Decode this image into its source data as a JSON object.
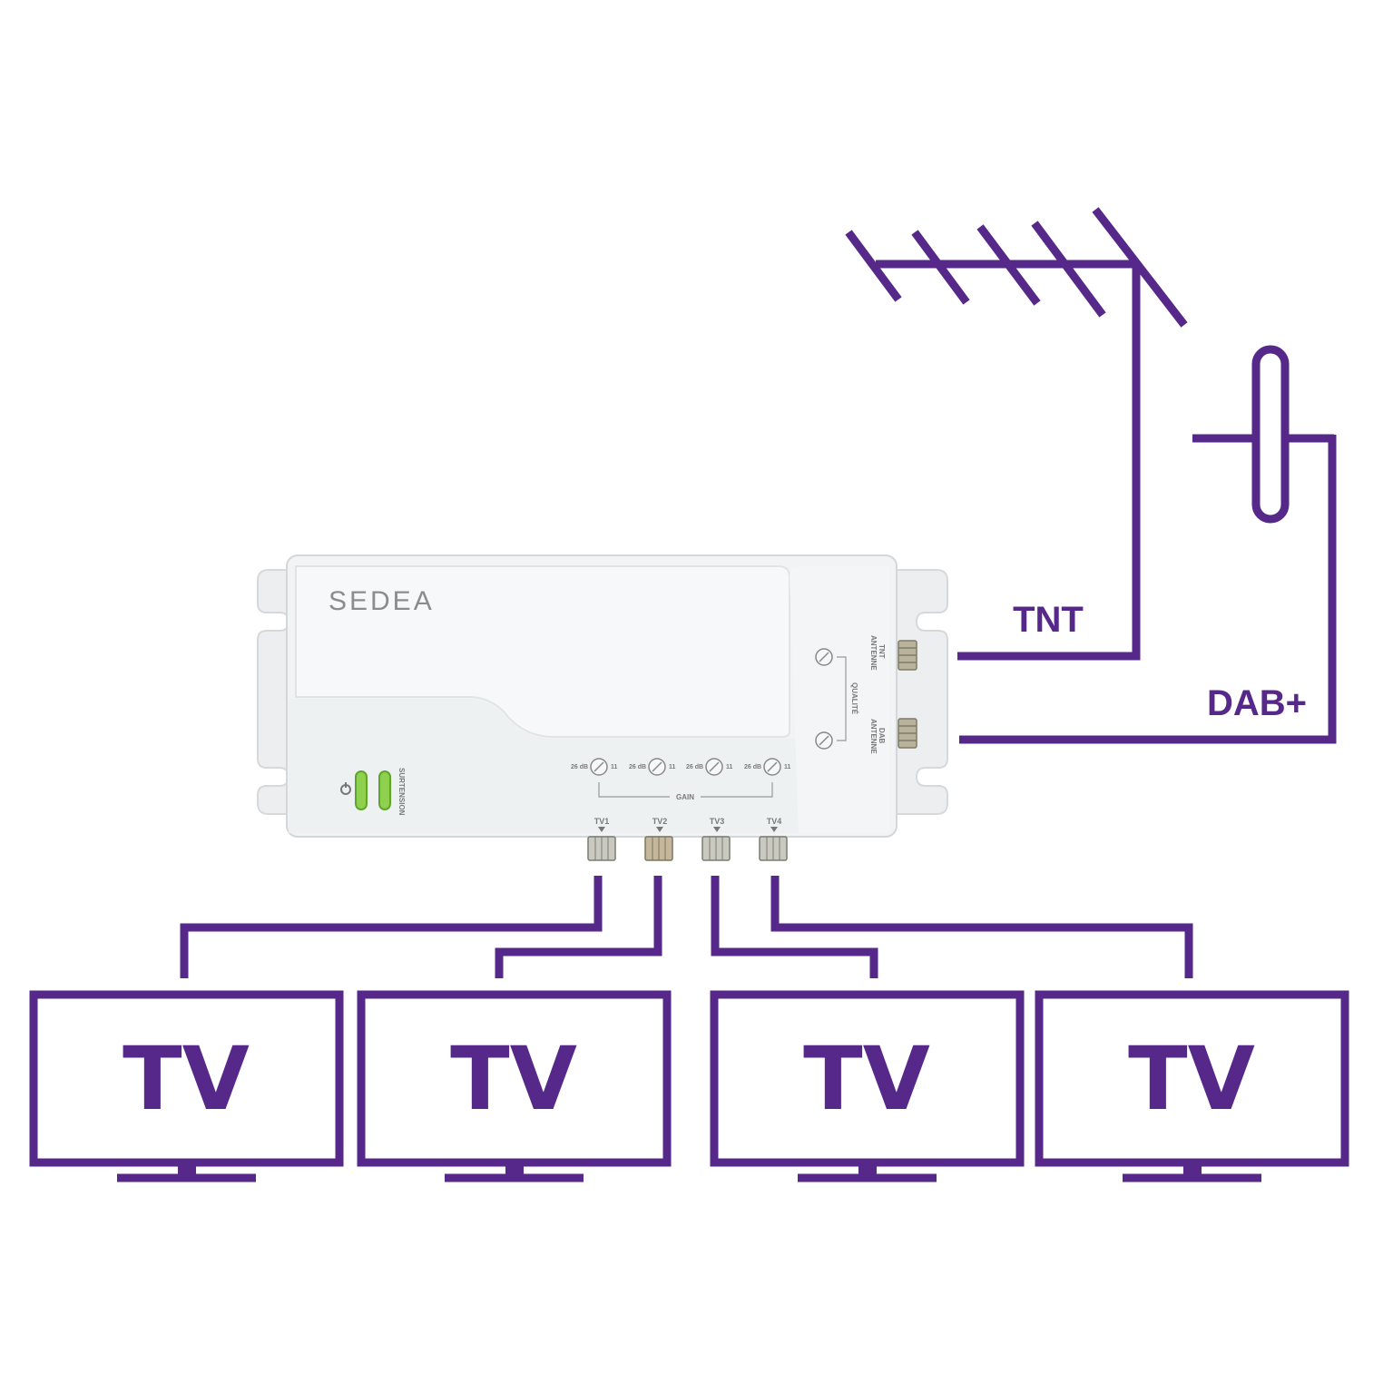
{
  "signals": {
    "tnt_label": "TNT",
    "dab_label": "DAB+"
  },
  "device": {
    "brand": "SEDEA",
    "power_icon": "power-icon",
    "surtension_label": "SURTENSION",
    "antenne_tnt_line1": "ANTENNE",
    "antenne_tnt_line2": "TNT",
    "antenne_dab_line1": "ANTENNE",
    "antenne_dab_line2": "DAB",
    "qualite_label": "QUALITÉ",
    "gain_label": "GAIN",
    "gain_knobs": [
      {
        "min": "26 dB",
        "max": "11"
      },
      {
        "min": "26 dB",
        "max": "11"
      },
      {
        "min": "26 dB",
        "max": "11"
      },
      {
        "min": "26 dB",
        "max": "11"
      }
    ],
    "outputs": [
      "TV1",
      "TV2",
      "TV3",
      "TV4"
    ]
  },
  "televisions": [
    "TV",
    "TV",
    "TV",
    "TV"
  ],
  "colors": {
    "wire": "#55288a",
    "device_body": "#eef0f1",
    "led": "#8fd14f"
  },
  "icons": [
    "yagi-antenna-icon",
    "dab-antenna-icon",
    "tv-icon",
    "coax-connector-icon",
    "knob-icon"
  ]
}
